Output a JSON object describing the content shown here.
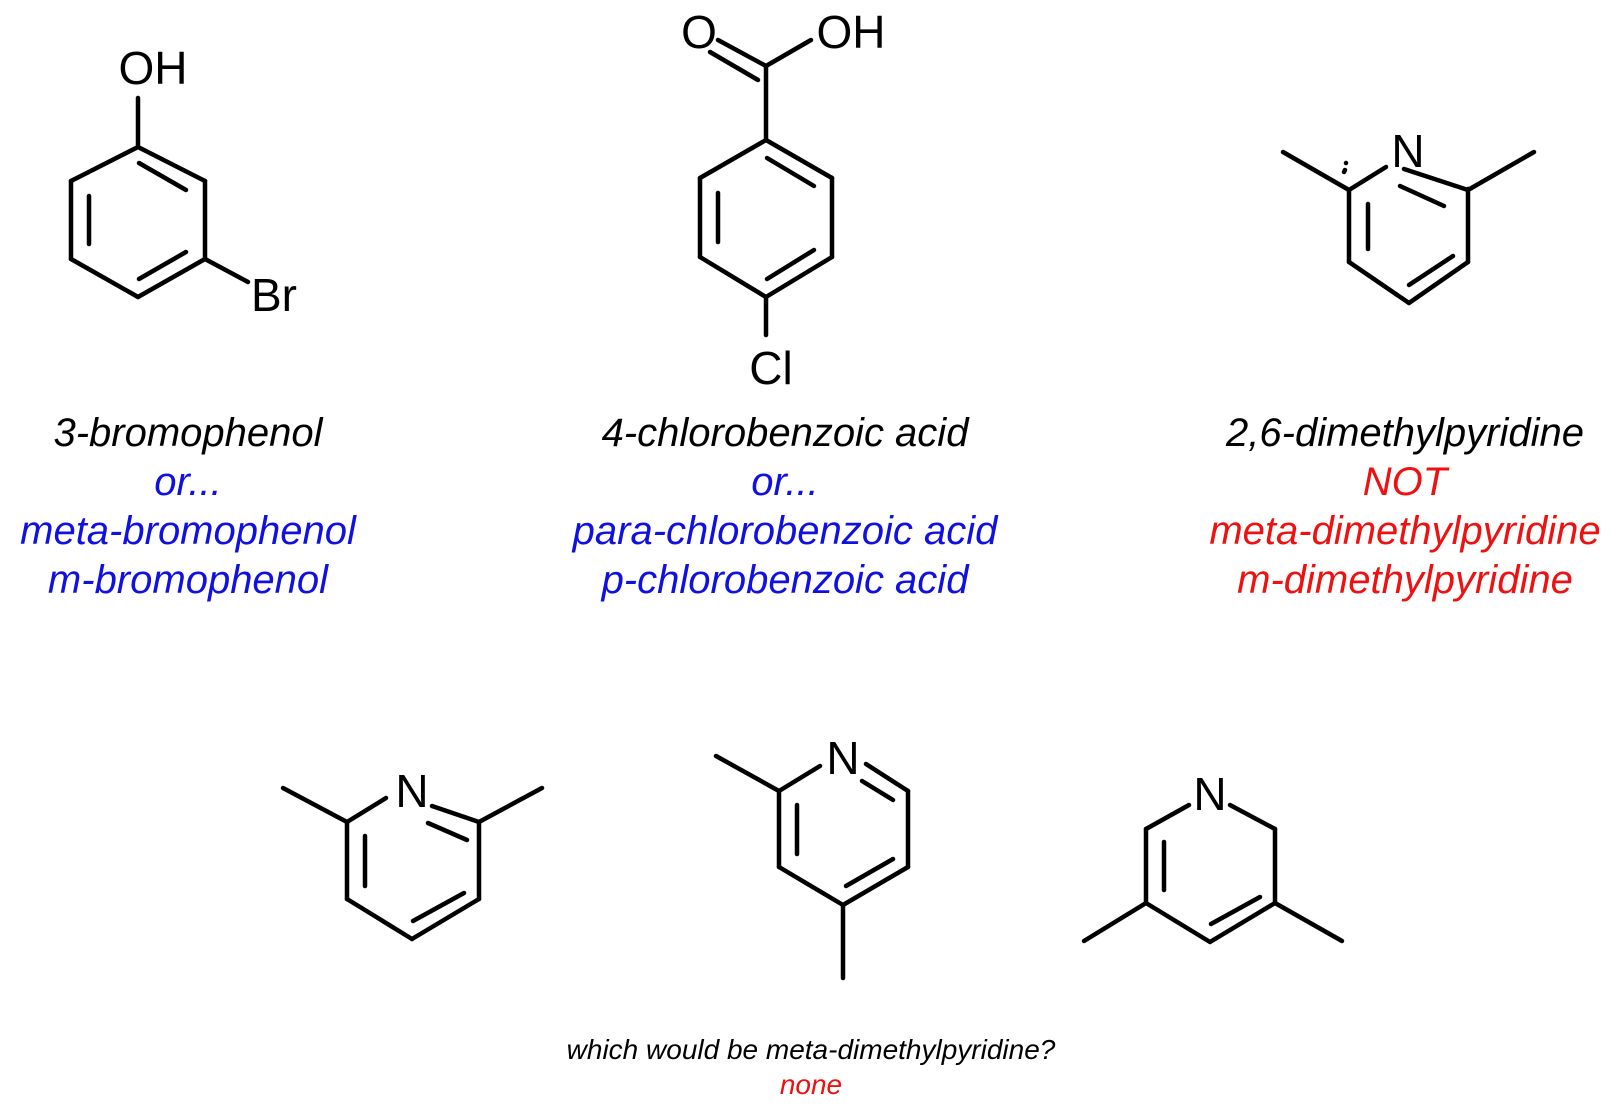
{
  "atoms": {
    "oh_phenol": "OH",
    "br": "Br",
    "o_acid": "O",
    "oh_acid": "OH",
    "cl": "Cl",
    "n_top": "N",
    "n_bottom_1": "N",
    "n_bottom_2": "N",
    "n_bottom_3": "N"
  },
  "compound_1": {
    "name": "3-bromophenol",
    "or_label": "or...",
    "alt_1": "meta-bromophenol",
    "alt_2": "m-bromophenol"
  },
  "compound_2": {
    "name": "4-chlorobenzoic acid",
    "or_label": "or...",
    "alt_1": "para-chlorobenzoic acid",
    "alt_2": "p-chlorobenzoic acid"
  },
  "compound_3": {
    "name": "2,6-dimethylpyridine",
    "not_label": "NOT",
    "alt_1": "meta-dimethylpyridine",
    "alt_2": "m-dimethylpyridine"
  },
  "footer": {
    "question": "which would be meta-dimethylpyridine?",
    "answer": "none"
  },
  "colors": {
    "black": "#000000",
    "blue": "#1010e0",
    "red": "#ee1111"
  }
}
